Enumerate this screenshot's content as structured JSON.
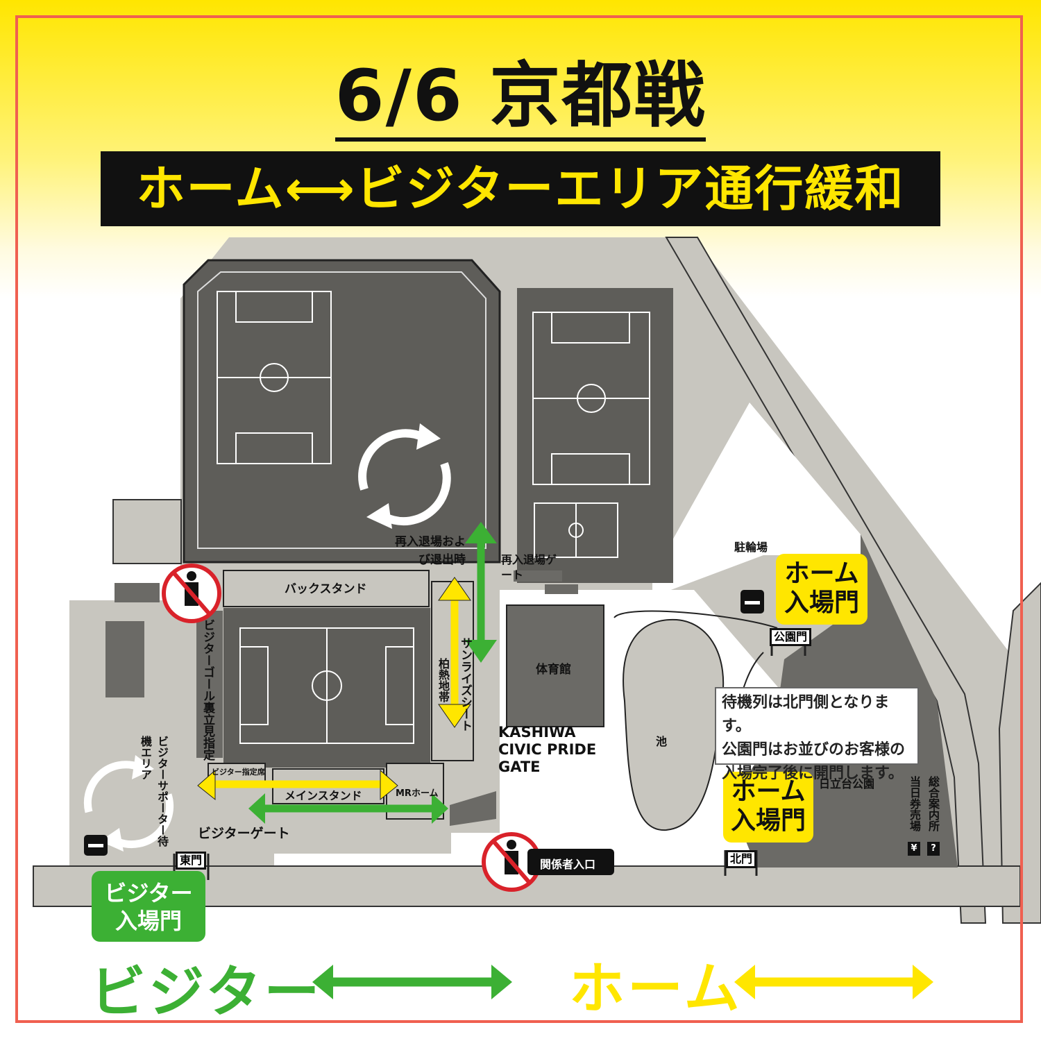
{
  "title": "6/6 京都戦",
  "banner": "ホーム⟷ビジターエリア通行緩和",
  "map_labels": {
    "back_stand": "バックスタンド",
    "main_stand": "メインスタンド",
    "mr_home": "MRホーム",
    "visitor_reserved": "ビジター指定席",
    "gym": "体育館",
    "pond": "池",
    "bicycle_parking": "駐輪場",
    "park": "日立台公園",
    "kashiwa_gate": "KASHIWA CIVIC PRIDE GATE",
    "reentry_gate": "再入退場ゲート",
    "reentry_exit": "再入退場および退出時",
    "visitor_gate": "ビジターゲート",
    "staff_entrance": "関係者入口",
    "east_gate": "東門",
    "north_gate": "北門",
    "park_gate": "公園門",
    "visitor_goal": "ビジターゴール裏立見指定",
    "sunrise_seat": "サンライズシート",
    "kashiwa_seat": "柏熱地帯",
    "visitor_waiting": "ビジターサポーター待機エリア",
    "info_center": "総合案内所",
    "ticket_booth": "当日券売場"
  },
  "home_gate_top": {
    "line1": "ホーム",
    "line2": "入場門"
  },
  "home_gate_bottom": {
    "line1": "ホーム",
    "line2": "入場門"
  },
  "visitor_gate_badge": {
    "line1": "ビジター",
    "line2": "入場門"
  },
  "notice": {
    "line1": "待機列は北門側となります。",
    "line2": "公園門はお並びのお客様の",
    "line3": "入場完了後に開門します。"
  },
  "legend": {
    "visitor": "ビジター",
    "home": "ホーム"
  },
  "colors": {
    "yellow": "#ffe600",
    "green": "#3cb034",
    "frame": "#f06050",
    "map_light": "#c8c6bf",
    "map_dark": "#6b6a66",
    "no_entry": "#d9222a"
  },
  "icons": [
    "no-entry-icon",
    "rotate-arrows-icon",
    "smoking-area-icon",
    "yen-icon",
    "question-icon"
  ]
}
